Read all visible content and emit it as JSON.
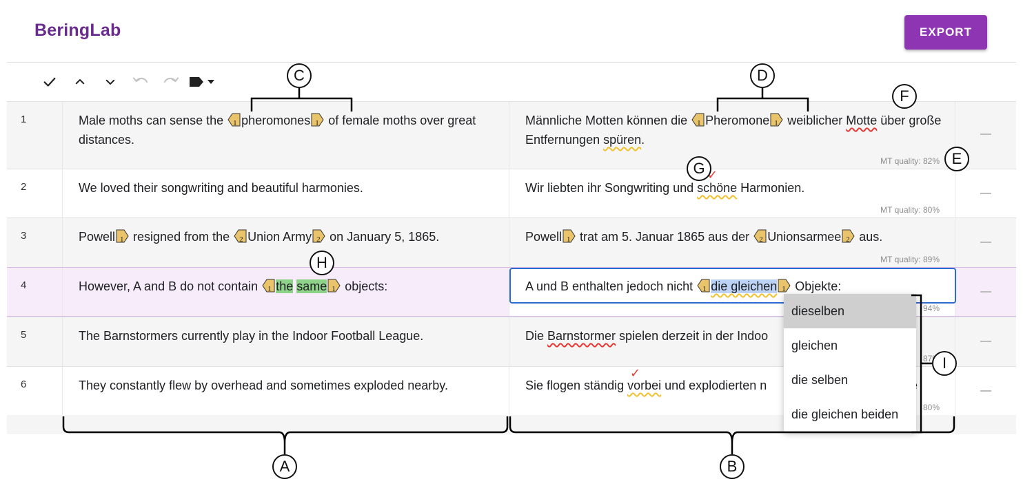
{
  "app": {
    "brand": "BeringLab",
    "export_label": "EXPORT"
  },
  "toolbar": {
    "icons": [
      "check-icon",
      "chevron-up-icon",
      "chevron-down-icon",
      "undo-icon",
      "redo-icon",
      "label-icon",
      "caret-down-icon"
    ]
  },
  "colors": {
    "brand": "#6a2b8f",
    "export_button": "#8e35b4",
    "tag_fill": "#e9c46a",
    "selected_row": "#f7ecfa",
    "edit_border": "#2a6bd5",
    "source_highlight": "#8fd38a",
    "target_highlight": "#bcd3f5",
    "spell_error": "#e53935",
    "grammar_warning": "#f2c12e"
  },
  "rows": [
    {
      "num": "1",
      "src": {
        "a": "Male moths can sense the ",
        "t1": "1",
        "b": "pheromones",
        "t2": "1",
        "c": " of female moths over great distances."
      },
      "tgt": {
        "a": "Männliche Motten können die ",
        "t1": "1",
        "b": "Pheromone",
        "t2": "1",
        "c": " weiblicher ",
        "d": "Motte",
        "e": " über große Entfernungen ",
        "f": "spüren",
        "g": "."
      },
      "mt": "MT quality: 82%"
    },
    {
      "num": "2",
      "src": {
        "a": "We loved their songwriting and beautiful harmonies."
      },
      "tgt": {
        "a": "Wir liebten ihr Songwriting und ",
        "b": "schöne",
        "c": " Harmonien."
      },
      "mt": "MT quality: 80%"
    },
    {
      "num": "3",
      "src": {
        "a": "Powell",
        "t1": "1",
        "b": " resigned from the ",
        "t2": "2",
        "c": "Union Army",
        "t3": "2",
        "d": " on January 5, 1865."
      },
      "tgt": {
        "a": "Powell",
        "t1": "1",
        "b": " trat am 5. Januar 1865 aus der ",
        "t2": "2",
        "c": "Unionsarmee",
        "t3": "2",
        "d": " aus."
      },
      "mt": "MT quality: 89%"
    },
    {
      "num": "4",
      "src": {
        "a": "However, A and B do not contain ",
        "t1": "1",
        "b": "the",
        "c": " ",
        "d": "same",
        "t2": "1",
        "e": " objects:"
      },
      "tgt": {
        "a": "A und B enthalten jedoch nicht ",
        "t1": "1",
        "b": "die gleichen",
        "t2": "1",
        "c": " Objekte:"
      },
      "mt": "94%"
    },
    {
      "num": "5",
      "src": {
        "a": "The Barnstormers currently play in the Indoor Football League."
      },
      "tgt": {
        "a": "Die ",
        "b": "Barnstormer",
        "c": " spielen derzeit in der Indoo"
      },
      "mt": "87%"
    },
    {
      "num": "6",
      "src": {
        "a": "They constantly flew by overhead and sometimes exploded nearby."
      },
      "tgt": {
        "a": "Sie flogen ständig ",
        "b": "vorbei",
        "c": " und explodierten n",
        "d": "e"
      },
      "mt": "80%"
    }
  ],
  "suggestions": [
    "dieselben",
    "gleichen",
    "die selben",
    "die gleichen beiden"
  ],
  "annotations": {
    "a": "A",
    "b": "B",
    "c": "C",
    "d": "D",
    "e": "E",
    "f": "F",
    "g": "G",
    "h": "H",
    "i": "I"
  }
}
